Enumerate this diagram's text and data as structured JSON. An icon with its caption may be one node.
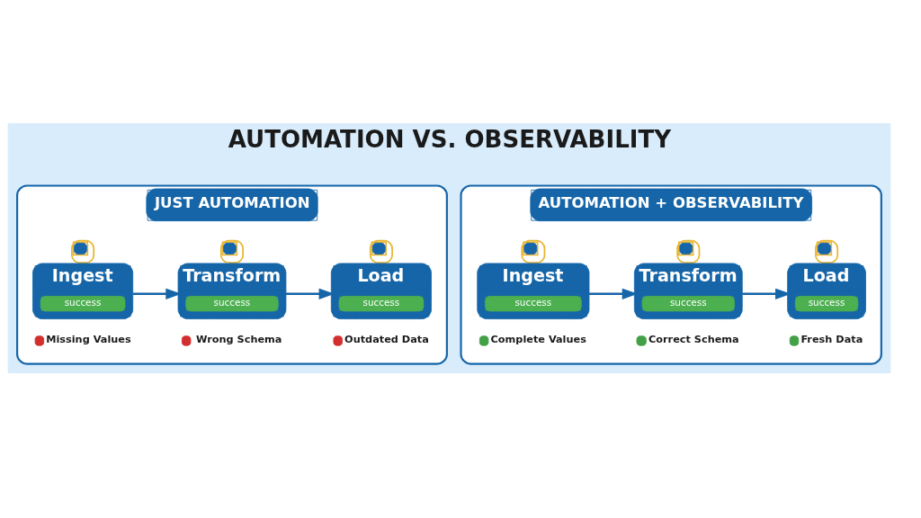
{
  "diagram": {
    "title": "AUTOMATION VS. OBSERVABILITY",
    "nodes": [
      {
        "text": [
          "JUST AUTOMATION"
        ]
      },
      {
        "text": [
          "Ingest",
          "success"
        ],
        "in": 0,
        "beside": [
          "Missing Values"
        ]
      },
      {
        "text": [
          "Transform",
          "success"
        ],
        "in": 0,
        "beside": [
          "Wrong Schema"
        ]
      },
      {
        "text": [
          "Load",
          "success"
        ],
        "in": 0,
        "beside": [
          "Outdated Data"
        ]
      },
      {
        "text": [
          "AUTOMATION + OBSERVABILITY"
        ]
      },
      {
        "text": [
          "Ingest",
          "success"
        ],
        "in": 4,
        "beside": [
          "Complete Values"
        ]
      },
      {
        "text": [
          "Transform",
          "success"
        ],
        "in": 4,
        "beside": [
          "Correct Schema"
        ]
      },
      {
        "text": [
          "Load",
          "success"
        ],
        "in": 4,
        "beside": [
          "Fresh Data"
        ]
      }
    ],
    "edges": [
      {
        "from": 1,
        "to": 2,
        "arrow": "to"
      },
      {
        "from": 2,
        "to": 3,
        "arrow": "to"
      },
      {
        "from": 5,
        "to": 6,
        "arrow": "to"
      },
      {
        "from": 6,
        "to": 7,
        "arrow": "to"
      }
    ]
  }
}
